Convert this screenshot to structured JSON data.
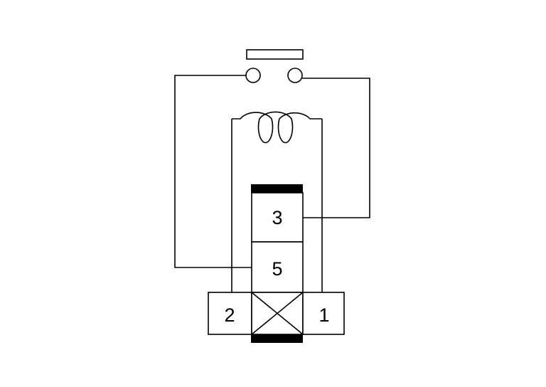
{
  "diagram": {
    "terminals": {
      "t3": "3",
      "t5": "5",
      "t2": "2",
      "t1": "1"
    },
    "colors": {
      "line": "#000000",
      "background": "#ffffff"
    },
    "components": {
      "switch": "push-button-switch-symbol",
      "coil": "inductor-coil-symbol",
      "relay": "relay-symbol"
    }
  }
}
